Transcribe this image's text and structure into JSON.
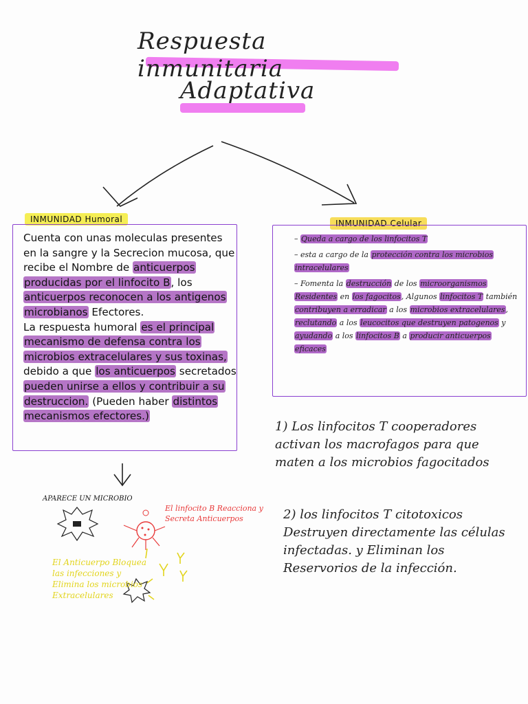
{
  "title": {
    "line1": "Respuesta inmunitaria",
    "line2": "Adaptativa"
  },
  "humoral": {
    "tag": "INMUNIDAD Humoral",
    "segments": [
      {
        "t": "Cuenta con unas moleculas presentes en la sangre y la Secrecion mucosa, que recibe el Nombre de ",
        "h": false
      },
      {
        "t": "anticuerpos producidas por el linfocito B",
        "h": true
      },
      {
        "t": ", los ",
        "h": false
      },
      {
        "t": "anticuerpos reconocen a los antigenos microbianos",
        "h": true
      },
      {
        "t": " Efectores.",
        "h": false
      }
    ],
    "segments2": [
      {
        "t": "La respuesta humoral ",
        "h": false
      },
      {
        "t": "es el principal mecanismo de defensa contra los microbios extracelulares y sus toxinas,",
        "h": true
      },
      {
        "t": " debido a que ",
        "h": false
      },
      {
        "t": "los anticuerpos",
        "h": true
      },
      {
        "t": " secretados ",
        "h": false
      },
      {
        "t": "pueden unirse a ellos y contribuir a su destruccion.",
        "h": true
      },
      {
        "t": " (Pueden haber ",
        "h": false
      },
      {
        "t": "distintos mecanismos efectores.)",
        "h": true
      }
    ]
  },
  "celular": {
    "tag": "INMUNIDAD Celular",
    "items": [
      {
        "parts": [
          {
            "t": "– ",
            "h": false
          },
          {
            "t": "Queda a cargo de los linfocitos T",
            "h": true
          }
        ]
      },
      {
        "parts": [
          {
            "t": "– esta a cargo de la ",
            "h": false
          },
          {
            "t": "protección contra los microbios intracelulares",
            "h": true
          }
        ]
      },
      {
        "parts": [
          {
            "t": "– Fomenta la ",
            "h": false
          },
          {
            "t": "destrucción",
            "h": true
          },
          {
            "t": " de los ",
            "h": false
          },
          {
            "t": "microorganismos Residentes",
            "h": true
          },
          {
            "t": " en ",
            "h": false
          },
          {
            "t": "los fagocitos",
            "h": true
          },
          {
            "t": ", Algunos ",
            "h": false
          },
          {
            "t": "linfocitos T",
            "h": true
          },
          {
            "t": " también ",
            "h": false
          },
          {
            "t": "contribuyen a erradicar",
            "h": true
          },
          {
            "t": " a los ",
            "h": false
          },
          {
            "t": "microbios extracelulares",
            "h": true
          },
          {
            "t": ", ",
            "h": false
          },
          {
            "t": "reclutando",
            "h": true
          },
          {
            "t": " a los ",
            "h": false
          },
          {
            "t": "leucocitos que destruyen patogenos",
            "h": true
          },
          {
            "t": " y ",
            "h": false
          },
          {
            "t": "ayudando",
            "h": true
          },
          {
            "t": " a los ",
            "h": false
          },
          {
            "t": "linfocitos B",
            "h": true
          },
          {
            "t": " a ",
            "h": false
          },
          {
            "t": "producir anticuerpos eficaces",
            "h": true
          }
        ]
      }
    ],
    "note1": "1) Los linfocitos T cooperadores activan los macrofagos para que maten a los microbios fagocitados",
    "note2": "2) los linfocitos T citotoxicos Destruyen directamente las células infectadas. y Eliminan los Reservorios de la infección."
  },
  "diagram": {
    "microbe_label": "APARECE UN MICROBIO",
    "red_note": "El linfocito B Reacciona y Secreta Anticuerpos",
    "yellow_note": "El Anticuerpo Bloquea las infecciones y Elimina los microbios Extracelulares"
  },
  "colors": {
    "pink_highlight": "#f07ef0",
    "purple_highlight": "#b575c6",
    "box_border": "#8a3fd0",
    "tag_yellow": "#f5ee55",
    "red_ink": "#e83a3a",
    "yellow_ink": "#e2d41c"
  }
}
